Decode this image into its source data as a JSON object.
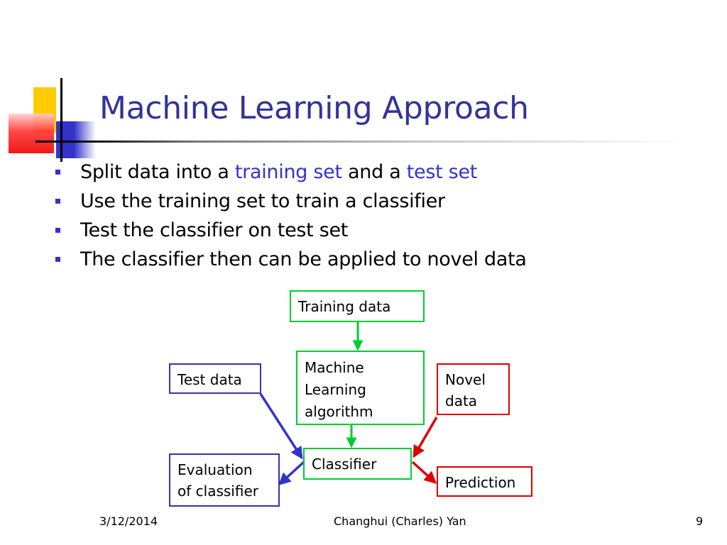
{
  "slide": {
    "title": "Machine Learning Approach",
    "bullets": [
      {
        "parts": [
          {
            "text": "Split data into a ",
            "hl": false
          },
          {
            "text": "training set",
            "hl": true
          },
          {
            "text": " and a ",
            "hl": false
          },
          {
            "text": "test set",
            "hl": true
          }
        ]
      },
      {
        "parts": [
          {
            "text": "Use the training set to train a classifier",
            "hl": false
          }
        ]
      },
      {
        "parts": [
          {
            "text": "Test the classifier on test set",
            "hl": false
          }
        ]
      },
      {
        "parts": [
          {
            "text": "The classifier then can be applied to novel data",
            "hl": false
          }
        ]
      }
    ]
  },
  "diagram": {
    "training_data": "Training data",
    "ml_algorithm": [
      "Machine",
      "Learning",
      "algorithm"
    ],
    "test_data": "Test data",
    "novel_data": [
      "Novel",
      "data"
    ],
    "classifier": "Classifier",
    "evaluation": [
      "Evaluation",
      "of classifier"
    ],
    "prediction": "Prediction"
  },
  "colors": {
    "title": "#333399",
    "highlight": "#3333cc",
    "green": "#00cc33",
    "blue": "#3333aa",
    "red": "#dd0000"
  },
  "footer": {
    "date": "3/12/2014",
    "author": "Changhui (Charles) Yan",
    "page": "9"
  }
}
